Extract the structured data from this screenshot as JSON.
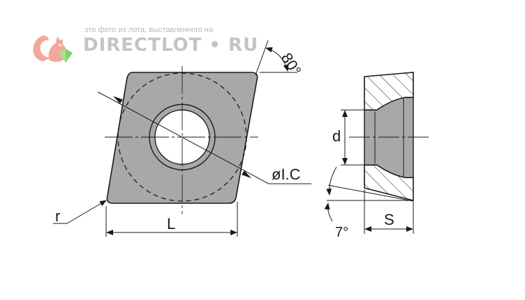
{
  "watermark": {
    "caption": "это фото из лота, выставленного на",
    "brand": "DIRECTLOT • RU",
    "logo_icon": "squirrel-icon",
    "colors": {
      "squirrel": "#f2a898",
      "gem": "#7fd36a",
      "text": "#c4c4c4"
    }
  },
  "labels": {
    "angle_top": "80°",
    "inscribed_circle": "øI.C",
    "radius": "r",
    "length": "L",
    "hole_diameter": "d",
    "clearance_angle": "7°",
    "thickness": "S"
  },
  "colors": {
    "insert_fill": "#a8a8a8",
    "hole_fill": "#ffffff",
    "outline": "#1a1a1a"
  }
}
